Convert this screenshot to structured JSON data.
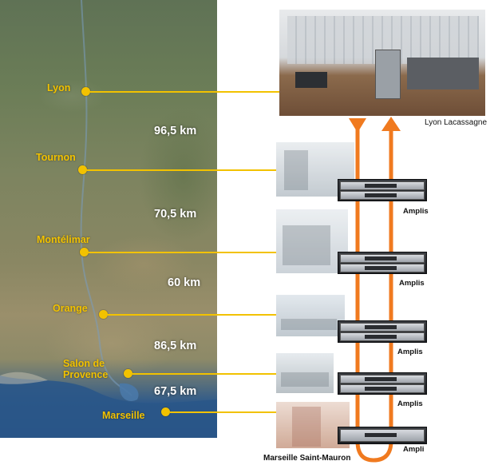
{
  "cities": [
    {
      "id": "lyon",
      "name": "Lyon"
    },
    {
      "id": "tournon",
      "name": "Tournon"
    },
    {
      "id": "montelimar",
      "name": "Montélimar"
    },
    {
      "id": "orange",
      "name": "Orange"
    },
    {
      "id": "salon",
      "name": "Salon de Provence"
    },
    {
      "id": "marseille",
      "name": "Marseille"
    }
  ],
  "distances": [
    "96,5 km",
    "70,5 km",
    "60 km",
    "86,5 km",
    "67,5 km"
  ],
  "sites": {
    "top": "Lyon Lacassagne",
    "bottom": "Marseille Saint-Mauron"
  },
  "amplifiers": [
    "Amplis",
    "Amplis",
    "Amplis",
    "Amplis",
    "Ampli"
  ],
  "colors": {
    "city_marker": "#f2c200",
    "fiber_link": "#f07a1f",
    "distance_text": "#ffffff"
  }
}
